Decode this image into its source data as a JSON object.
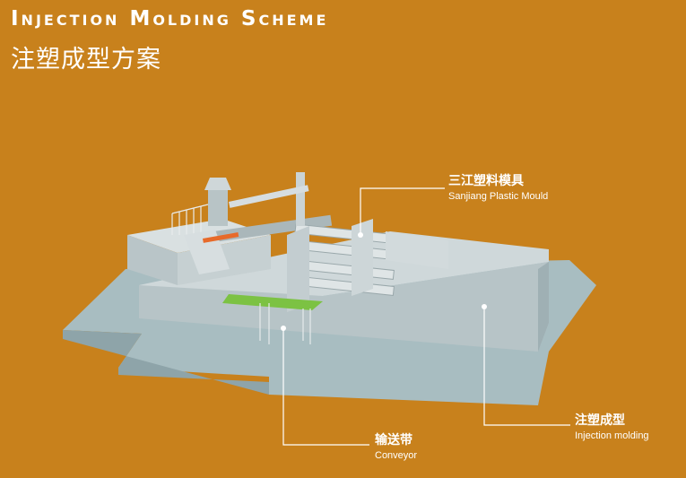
{
  "title": {
    "en": "Injection Molding Scheme",
    "cn": "注塑成型方案"
  },
  "callouts": {
    "mould": {
      "cn": "三江塑料模具",
      "en": "Sanjiang Plastic Mould"
    },
    "injection": {
      "cn": "注塑成型",
      "en": "Injection molding"
    },
    "conveyor": {
      "cn": "输送带",
      "en": "Conveyor"
    }
  },
  "colors": {
    "background": "#c8811c",
    "machine": "#c9d3d4",
    "floor": "#a7bcc0",
    "conveyor_belt": "#7cc243",
    "leader_line": "#ffffff"
  }
}
